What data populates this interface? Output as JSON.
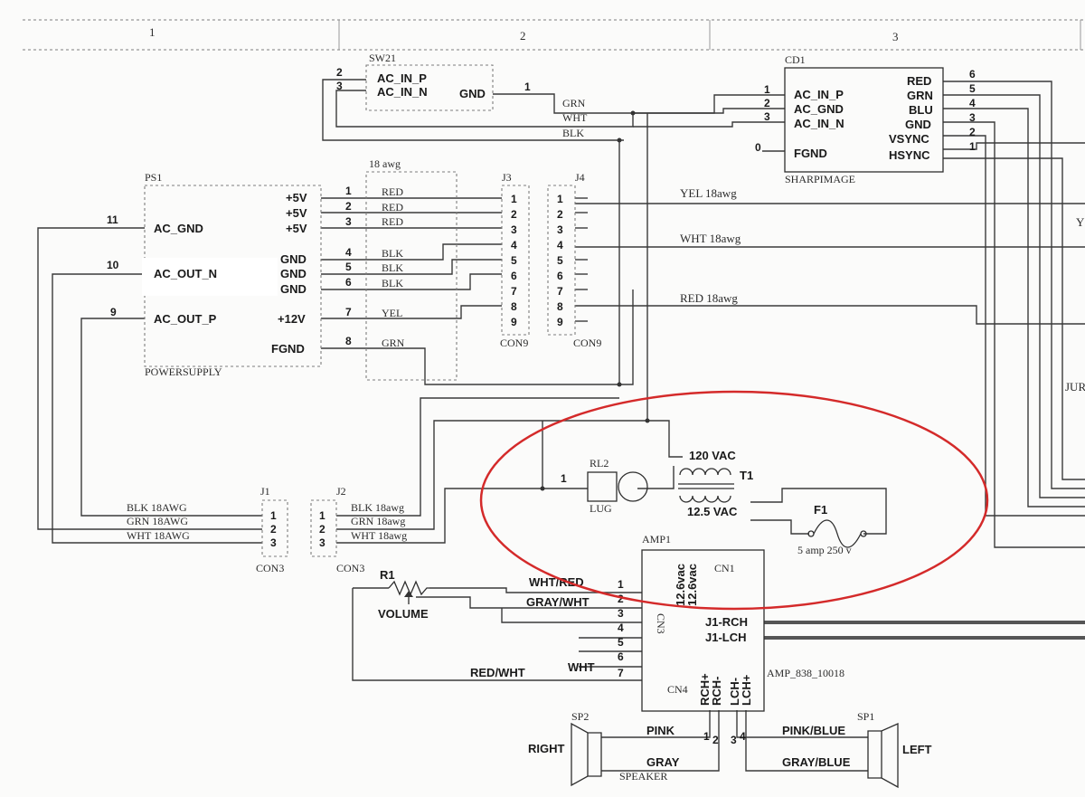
{
  "grid": {
    "col1": "1",
    "col2": "2",
    "col3": "3"
  },
  "sw21": {
    "ref": "SW21",
    "pin_ac_in_p": "AC_IN_P",
    "pin_ac_in_n": "AC_IN_N",
    "pin_gnd": "GND",
    "n2": "2",
    "n3": "3",
    "n1": "1"
  },
  "cd1": {
    "ref": "CD1",
    "name": "SHARPIMAGE",
    "left_pins": [
      "AC_IN_P",
      "AC_GND",
      "AC_IN_N",
      "FGND"
    ],
    "left_nums": [
      "1",
      "2",
      "3",
      "0"
    ],
    "right_pins": [
      "RED",
      "GRN",
      "BLU",
      "GND",
      "VSYNC",
      "HSYNC"
    ],
    "right_nums": [
      "6",
      "5",
      "4",
      "3",
      "2",
      "1"
    ]
  },
  "wires_top": {
    "grn": "GRN",
    "wht": "WHT",
    "blk": "BLK"
  },
  "ps1": {
    "ref": "PS1",
    "name": "POWERSUPPLY",
    "left_pins": [
      "AC_GND",
      "AC_OUT_N",
      "AC_OUT_P"
    ],
    "left_nums": [
      "11",
      "10",
      "9"
    ],
    "right_pins": [
      "+5V",
      "+5V",
      "+5V",
      "GND",
      "GND",
      "GND",
      "+12V",
      "FGND"
    ],
    "right_nums": [
      "1",
      "2",
      "3",
      "4",
      "5",
      "6",
      "7",
      "8"
    ]
  },
  "harness": {
    "gauge": "18 awg",
    "colors": [
      "RED",
      "RED",
      "RED",
      "BLK",
      "BLK",
      "BLK",
      "YEL",
      "GRN"
    ]
  },
  "j3": {
    "ref": "J3",
    "con": "CON9",
    "pins": [
      "1",
      "2",
      "3",
      "4",
      "5",
      "6",
      "7",
      "8",
      "9"
    ]
  },
  "j4": {
    "ref": "J4",
    "con": "CON9",
    "pins": [
      "1",
      "2",
      "3",
      "4",
      "5",
      "6",
      "7",
      "8",
      "9"
    ]
  },
  "out_wires": [
    "YEL 18awg",
    "WHT 18awg",
    "RED 18awg"
  ],
  "edge_labels": {
    "y": "Y",
    "jur": "JUR"
  },
  "j1": {
    "ref": "J1",
    "con": "CON3",
    "pins": [
      "1",
      "2",
      "3"
    ],
    "wires": [
      "BLK 18AWG",
      "GRN 18AWG",
      "WHT 18AWG"
    ]
  },
  "j2": {
    "ref": "J2",
    "con": "CON3",
    "pins": [
      "1",
      "2",
      "3"
    ],
    "wires": [
      "BLK 18awg",
      "GRN 18awg",
      "WHT 18awg"
    ]
  },
  "rl2": {
    "ref": "RL2",
    "name": "LUG",
    "pin": "1"
  },
  "t1": {
    "ref": "T1",
    "primary": "120 VAC",
    "secondary": "12.5 VAC"
  },
  "f1": {
    "ref": "F1",
    "rating": "5 amp 250 v"
  },
  "amp1": {
    "ref": "AMP1",
    "part": "AMP_838_10018",
    "cn1": "CN1",
    "cn3": "CN3",
    "cn4": "CN4",
    "vac1": "12.6vac",
    "vac2": "12.6vac",
    "rch": "J1-RCH",
    "lch": "J1-LCH",
    "bottom_pins": [
      "RCH+",
      "RCH-",
      "LCH-",
      "LCH+"
    ],
    "left_nums": [
      "1",
      "2",
      "3",
      "4",
      "5",
      "6",
      "7"
    ]
  },
  "amp_wires": {
    "wht_red": "WHT/RED",
    "gray_wht": "GRAY/WHT",
    "red_wht": "RED/WHT",
    "wht": "WHT"
  },
  "r1": {
    "ref": "R1",
    "name": "VOLUME"
  },
  "sp2": {
    "ref": "SP2",
    "side": "RIGHT",
    "name": "SPEAKER"
  },
  "sp1": {
    "ref": "SP1",
    "side": "LEFT"
  },
  "spk_wires": {
    "pink": "PINK",
    "gray": "GRAY",
    "pink_blue": "PINK/BLUE",
    "gray_blue": "GRAY/BLUE"
  },
  "spk_nums": {
    "a": "1",
    "b": "2",
    "c": "3",
    "d": "4"
  },
  "annotation": {
    "color": "#d42a2a"
  }
}
